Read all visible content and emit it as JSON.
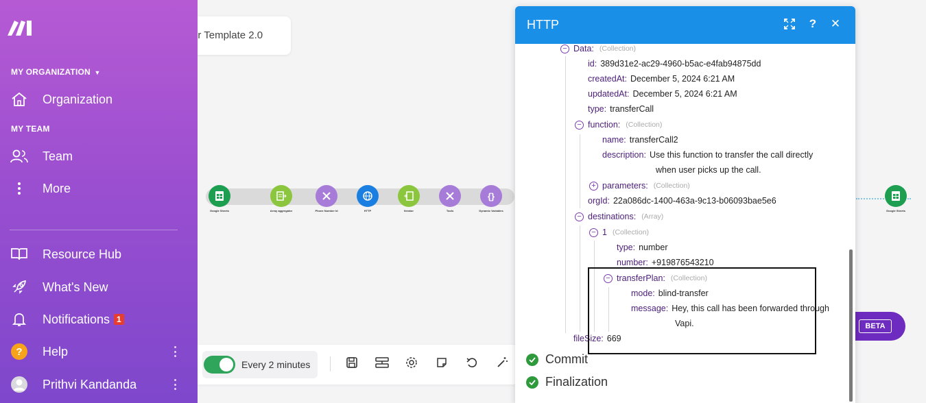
{
  "sidebar": {
    "section_org": "MY ORGANIZATION",
    "section_team": "MY TEAM",
    "items": {
      "organization": "Organization",
      "team": "Team",
      "more": "More",
      "resource_hub": "Resource Hub",
      "whats_new": "What's New",
      "notifications": "Notifications",
      "notifications_badge": "1",
      "help": "Help",
      "user": "Prithvi Kandanda"
    }
  },
  "canvas": {
    "template_title": "er Template 2.0",
    "nodes": [
      {
        "label": "Google Sheets",
        "color": "#1e9e50"
      },
      {
        "label": "Array aggregator",
        "color": "#8cc63f"
      },
      {
        "label": "Phone Number Id",
        "color": "#a77bd8"
      },
      {
        "label": "HTTP",
        "color": "#1a7fe0"
      },
      {
        "label": "Iterator",
        "color": "#8cc63f"
      },
      {
        "label": "Tools",
        "color": "#a77bd8"
      },
      {
        "label": "Dynamic Variables",
        "color": "#a77bd8"
      },
      {
        "label": "Google Sheets",
        "color": "#1e9e50"
      }
    ],
    "beta_label": "BETA"
  },
  "toolbar": {
    "schedule_label": "Every 2 minutes"
  },
  "panel": {
    "title": "HTTP",
    "tree": {
      "data_key": "Data:",
      "data_type": "(Collection)",
      "id_key": "id:",
      "id_val": "389d31e2-ac29-4960-b5ac-e4fab94875dd",
      "created_key": "createdAt:",
      "created_val": "December 5, 2024 6:21 AM",
      "updated_key": "updatedAt:",
      "updated_val": "December 5, 2024 6:21 AM",
      "type_key": "type:",
      "type_val": "transferCall",
      "function_key": "function:",
      "function_type": "(Collection)",
      "name_key": "name:",
      "name_val": "transferCall2",
      "desc_key": "description:",
      "desc_val_1": "Use this function to transfer the call directly",
      "desc_val_2": "when user picks up the call.",
      "params_key": "parameters:",
      "params_type": "(Collection)",
      "orgid_key": "orgId:",
      "orgid_val": "22a086dc-1400-463a-9c13-b06093bae5e6",
      "dest_key": "destinations:",
      "dest_type": "(Array)",
      "one_key": "1",
      "one_type": "(Collection)",
      "dtype_key": "type:",
      "dtype_val": "number",
      "number_key": "number:",
      "number_val": "+919876543210",
      "tplan_key": "transferPlan:",
      "tplan_type": "(Collection)",
      "mode_key": "mode:",
      "mode_val": "blind-transfer",
      "msg_key": "message:",
      "msg_val_1": "Hey, this call has been forwarded through",
      "msg_val_2": "Vapi.",
      "filesize_key": "fileSize:",
      "filesize_val": "669"
    },
    "status": {
      "commit": "Commit",
      "finalization": "Finalization"
    }
  }
}
